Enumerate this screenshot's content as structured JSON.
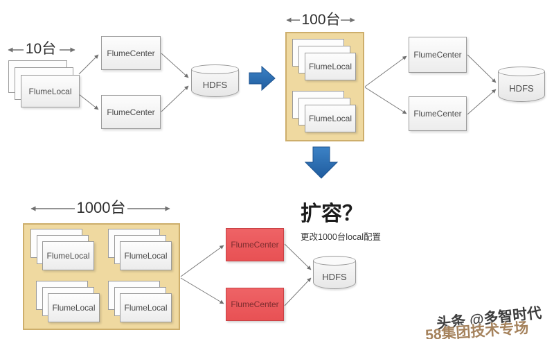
{
  "colors": {
    "blue_arrow": "#2E74B5",
    "container_fill": "#EFD9A0",
    "container_border": "#CDAE6B",
    "red_box_fill": "#EC5F62",
    "red_box_border": "#C94144",
    "red_box_text": "#7E2D2F",
    "gray_box_border": "#9A9A9A",
    "gray_box_text": "#4A4A4A"
  },
  "stages": {
    "ten": {
      "measure": "10台",
      "local": "FlumeLocal",
      "centers": [
        "FlumeCenter",
        "FlumeCenter"
      ],
      "sink": "HDFS"
    },
    "hundred": {
      "measure": "100台",
      "locals": [
        "FlumeLocal",
        "FlumeLocal"
      ],
      "centers": [
        "FlumeCenter",
        "FlumeCenter"
      ],
      "sink": "HDFS"
    },
    "thousand": {
      "measure": "1000台",
      "locals": [
        "FlumeLocal",
        "FlumeLocal",
        "FlumeLocal",
        "FlumeLocal"
      ],
      "centers": [
        "FlumeCenter",
        "FlumeCenter"
      ],
      "sink": "HDFS",
      "question": "扩容？",
      "note": "更改1000台local配置"
    }
  },
  "watermark": {
    "line1": "头条 @多智时代",
    "line2": "58集团技术专场"
  }
}
